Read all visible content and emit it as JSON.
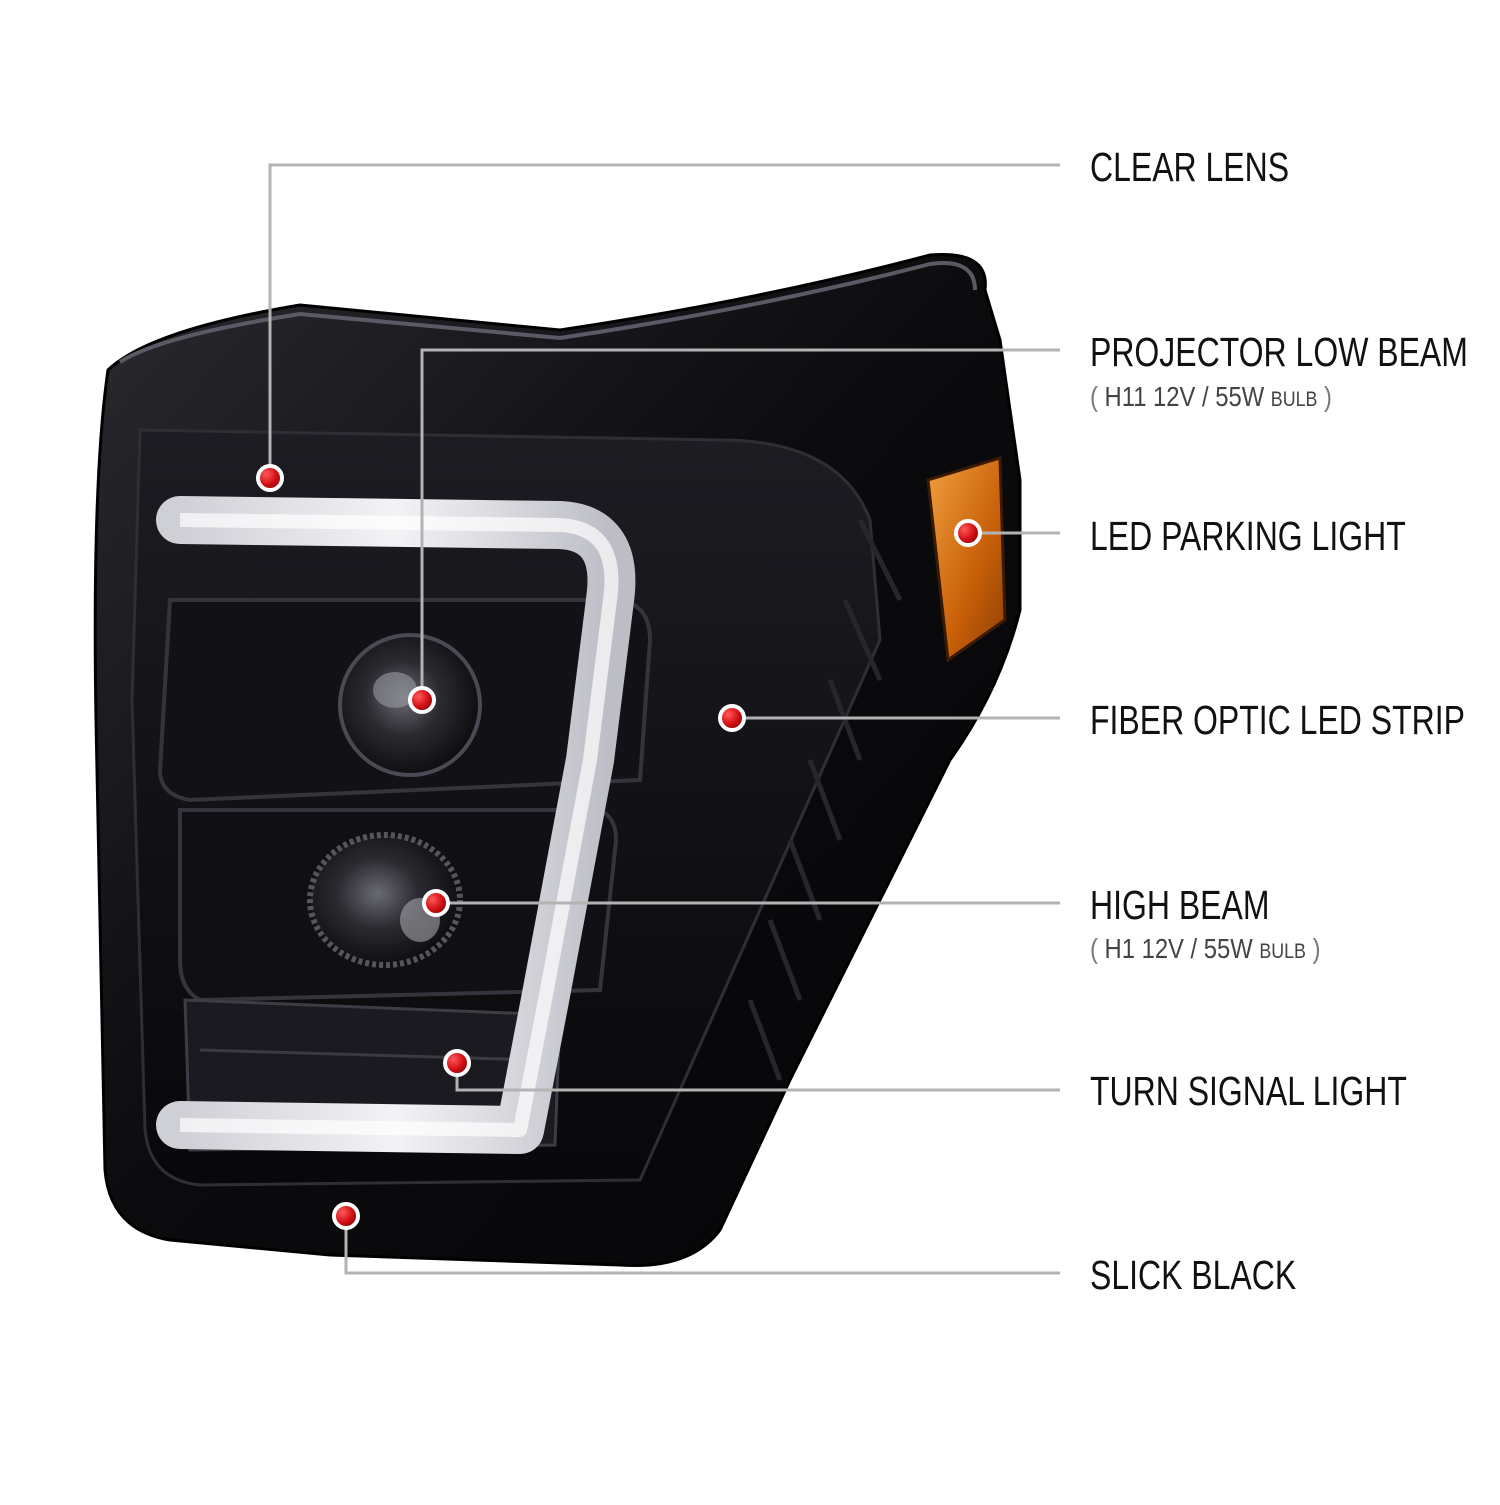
{
  "colors": {
    "background": "#ffffff",
    "leader_line": "#b3b3b3",
    "marker": "#d10f14",
    "housing": "#0d0d0f",
    "light_strip": "#e6e6ea",
    "amber": "#d9780f"
  },
  "callouts": [
    {
      "label": "CLEAR LENS"
    },
    {
      "label": "PROJECTOR LOW BEAM",
      "sub": {
        "open": "(",
        "main": "H11  12V / 55W",
        "unit": "BULB",
        "close": ")"
      }
    },
    {
      "label": "LED PARKING LIGHT"
    },
    {
      "label": "FIBER OPTIC LED STRIP"
    },
    {
      "label": "HIGH BEAM",
      "sub": {
        "open": "(",
        "main": "H1  12V / 55W",
        "unit": "BULB",
        "close": ")"
      }
    },
    {
      "label": "TURN SIGNAL LIGHT"
    },
    {
      "label": "SLICK BLACK"
    }
  ]
}
